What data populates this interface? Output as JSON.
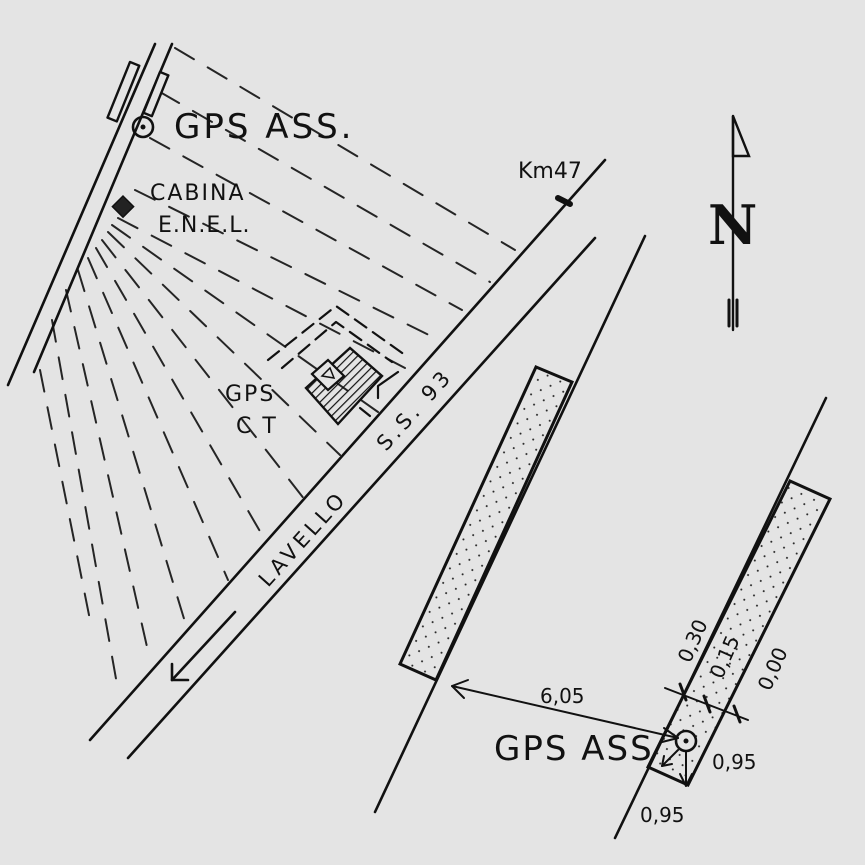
{
  "labels": {
    "gps_ass_top": "GPS ASS.",
    "cabina_line1": "CABINA",
    "cabina_line2": "E.N.E.L.",
    "km_marker": "Km47",
    "gps_ct_line1": "GPS",
    "gps_ct_line2": "C T",
    "road_name": "S.S. 93",
    "road_town": "LAVELLO",
    "gps_ass_bottom": "GPS ASS",
    "north": "N"
  },
  "dimensions": {
    "d605": "6,05",
    "d030": "0,30",
    "d015": "0,15",
    "d000": "0,00",
    "d095_right": "0,95",
    "d095_bottom": "0,95"
  }
}
